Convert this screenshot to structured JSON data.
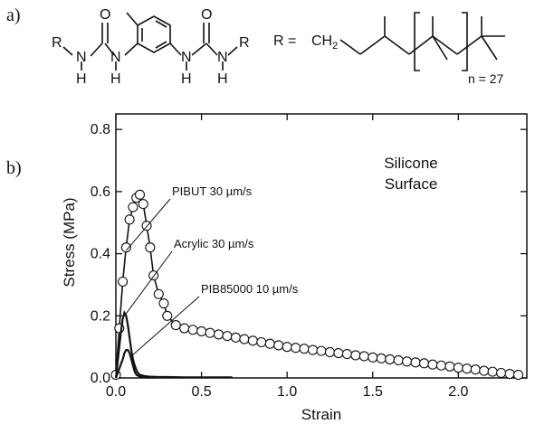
{
  "figure": {
    "panel_a_label": "a)",
    "panel_b_label": "b)"
  },
  "structure": {
    "r_left": "R",
    "r_right": "R",
    "n_labels": [
      "N",
      "N",
      "N",
      "N"
    ],
    "h_labels": [
      "H",
      "H",
      "H",
      "H"
    ],
    "o_labels": [
      "O",
      "O"
    ],
    "r_def_label": "R =",
    "ch2_label": "CH",
    "ch2_sub": "2",
    "repeat_label": "n = 27"
  },
  "chart_data": {
    "type": "line",
    "xlabel": "Strain",
    "ylabel": "Stress (MPa)",
    "xlim": [
      0,
      2.4
    ],
    "ylim": [
      0,
      0.85
    ],
    "xticks": [
      "0.0",
      "0.5",
      "1.0",
      "1.5",
      "2.0"
    ],
    "yticks": [
      "0.0",
      "0.2",
      "0.4",
      "0.6",
      "0.8"
    ],
    "grid": false,
    "inset_text": [
      "Silicone",
      "Surface"
    ],
    "series": [
      {
        "name": "PIBUT 30 µm/s",
        "marker": "open-circle",
        "x": [
          0.0,
          0.02,
          0.04,
          0.06,
          0.08,
          0.1,
          0.12,
          0.14,
          0.16,
          0.18,
          0.2,
          0.22,
          0.25,
          0.28,
          0.3,
          0.35,
          0.4,
          0.45,
          0.5,
          0.55,
          0.6,
          0.65,
          0.7,
          0.75,
          0.8,
          0.85,
          0.9,
          0.95,
          1.0,
          1.05,
          1.1,
          1.15,
          1.2,
          1.25,
          1.3,
          1.35,
          1.4,
          1.45,
          1.5,
          1.55,
          1.6,
          1.65,
          1.7,
          1.75,
          1.8,
          1.85,
          1.9,
          1.95,
          2.0,
          2.05,
          2.1,
          2.15,
          2.2,
          2.25,
          2.3,
          2.35
        ],
        "y": [
          0.01,
          0.16,
          0.31,
          0.42,
          0.51,
          0.55,
          0.58,
          0.59,
          0.56,
          0.49,
          0.42,
          0.33,
          0.27,
          0.24,
          0.2,
          0.17,
          0.16,
          0.155,
          0.15,
          0.145,
          0.14,
          0.135,
          0.13,
          0.125,
          0.12,
          0.115,
          0.11,
          0.105,
          0.1,
          0.097,
          0.094,
          0.09,
          0.087,
          0.083,
          0.08,
          0.077,
          0.073,
          0.07,
          0.066,
          0.063,
          0.06,
          0.057,
          0.053,
          0.05,
          0.047,
          0.043,
          0.04,
          0.037,
          0.033,
          0.03,
          0.027,
          0.023,
          0.02,
          0.016,
          0.013,
          0.01
        ]
      },
      {
        "name": "Acrylic 30 µm/s",
        "marker": "none",
        "x": [
          0.0,
          0.01,
          0.02,
          0.03,
          0.04,
          0.05,
          0.06,
          0.07,
          0.08,
          0.09,
          0.1,
          0.11,
          0.12,
          0.13,
          0.14,
          0.16,
          0.18,
          0.2,
          0.25,
          0.3,
          0.4,
          0.5,
          0.6,
          0.68
        ],
        "y": [
          0.0,
          0.05,
          0.1,
          0.15,
          0.19,
          0.21,
          0.2,
          0.17,
          0.13,
          0.09,
          0.06,
          0.04,
          0.025,
          0.015,
          0.01,
          0.007,
          0.005,
          0.004,
          0.003,
          0.003,
          0.002,
          0.002,
          0.002,
          0.002
        ]
      },
      {
        "name": "PIB85000 10 µm/s",
        "marker": "none",
        "x": [
          0.0,
          0.02,
          0.04,
          0.05,
          0.06,
          0.07,
          0.08,
          0.09,
          0.1,
          0.11,
          0.12,
          0.14,
          0.16,
          0.2
        ],
        "y": [
          0.0,
          0.03,
          0.06,
          0.08,
          0.09,
          0.09,
          0.08,
          0.06,
          0.04,
          0.02,
          0.01,
          0.004,
          0.002,
          0.001
        ]
      }
    ],
    "annotations": [
      {
        "series": "PIBUT 30 µm/s",
        "point": [
          0.06,
          0.41
        ]
      },
      {
        "series": "Acrylic 30 µm/s",
        "point": [
          0.05,
          0.2
        ]
      },
      {
        "series": "PIB85000 10 µm/s",
        "point": [
          0.09,
          0.07
        ]
      }
    ]
  }
}
